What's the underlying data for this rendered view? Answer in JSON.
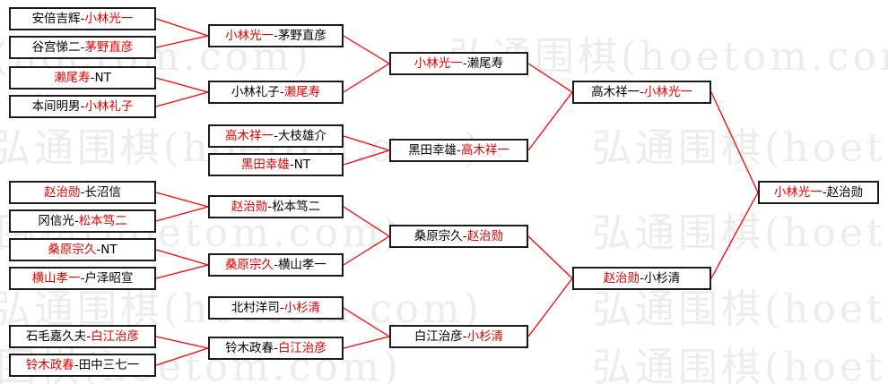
{
  "watermark": {
    "text": "弘通围棋(hoetom.com)"
  },
  "colors": {
    "winner": "#e00000",
    "connector": "#ff0000",
    "border": "#1a1a1a"
  },
  "bracket": {
    "round1": [
      {
        "p1": "安倍吉辉",
        "p2": "小林光一",
        "winner": 2
      },
      {
        "p1": "谷宫悌二",
        "p2": "茅野直彦",
        "winner": 2
      },
      {
        "p1": "濑尾寿",
        "p2": "NT",
        "winner": 1
      },
      {
        "p1": "本间明男",
        "p2": "小林礼子",
        "winner": 2
      },
      {
        "p1": "赵治勋",
        "p2": "长沼信",
        "winner": 1
      },
      {
        "p1": "冈信光",
        "p2": "松本笃二",
        "winner": 2
      },
      {
        "p1": "桑原宗久",
        "p2": "NT",
        "winner": 1
      },
      {
        "p1": "横山孝一",
        "p2": "户泽昭宣",
        "winner": 1
      },
      {
        "p1": "石毛嘉久夫",
        "p2": "白江治彦",
        "winner": 2
      },
      {
        "p1": "铃木政春",
        "p2": "田中三七一",
        "winner": 1
      }
    ],
    "round2": [
      {
        "p1": "小林光一",
        "p2": "茅野直彦",
        "winner": 1
      },
      {
        "p1": "小林礼子",
        "p2": "濑尾寿",
        "winner": 2
      },
      {
        "p1": "高木祥一",
        "p2": "大枝雄介",
        "winner": 1
      },
      {
        "p1": "黑田幸雄",
        "p2": "NT",
        "winner": 1
      },
      {
        "p1": "赵治勋",
        "p2": "松本笃二",
        "winner": 1
      },
      {
        "p1": "桑原宗久",
        "p2": "横山孝一",
        "winner": 1
      },
      {
        "p1": "北村洋司",
        "p2": "小杉清",
        "winner": 2
      },
      {
        "p1": "铃木政春",
        "p2": "白江治彦",
        "winner": 2
      }
    ],
    "round3": [
      {
        "p1": "小林光一",
        "p2": "濑尾寿",
        "winner": 1
      },
      {
        "p1": "黑田幸雄",
        "p2": "高木祥一",
        "winner": 2
      },
      {
        "p1": "桑原宗久",
        "p2": "赵治勋",
        "winner": 2
      },
      {
        "p1": "白江治彦",
        "p2": "小杉清",
        "winner": 2
      }
    ],
    "round4": [
      {
        "p1": "高木祥一",
        "p2": "小林光一",
        "winner": 2
      },
      {
        "p1": "赵治勋",
        "p2": "小杉清",
        "winner": 1
      }
    ],
    "final": [
      {
        "p1": "小林光一",
        "p2": "赵治勋",
        "winner": 1
      }
    ]
  }
}
